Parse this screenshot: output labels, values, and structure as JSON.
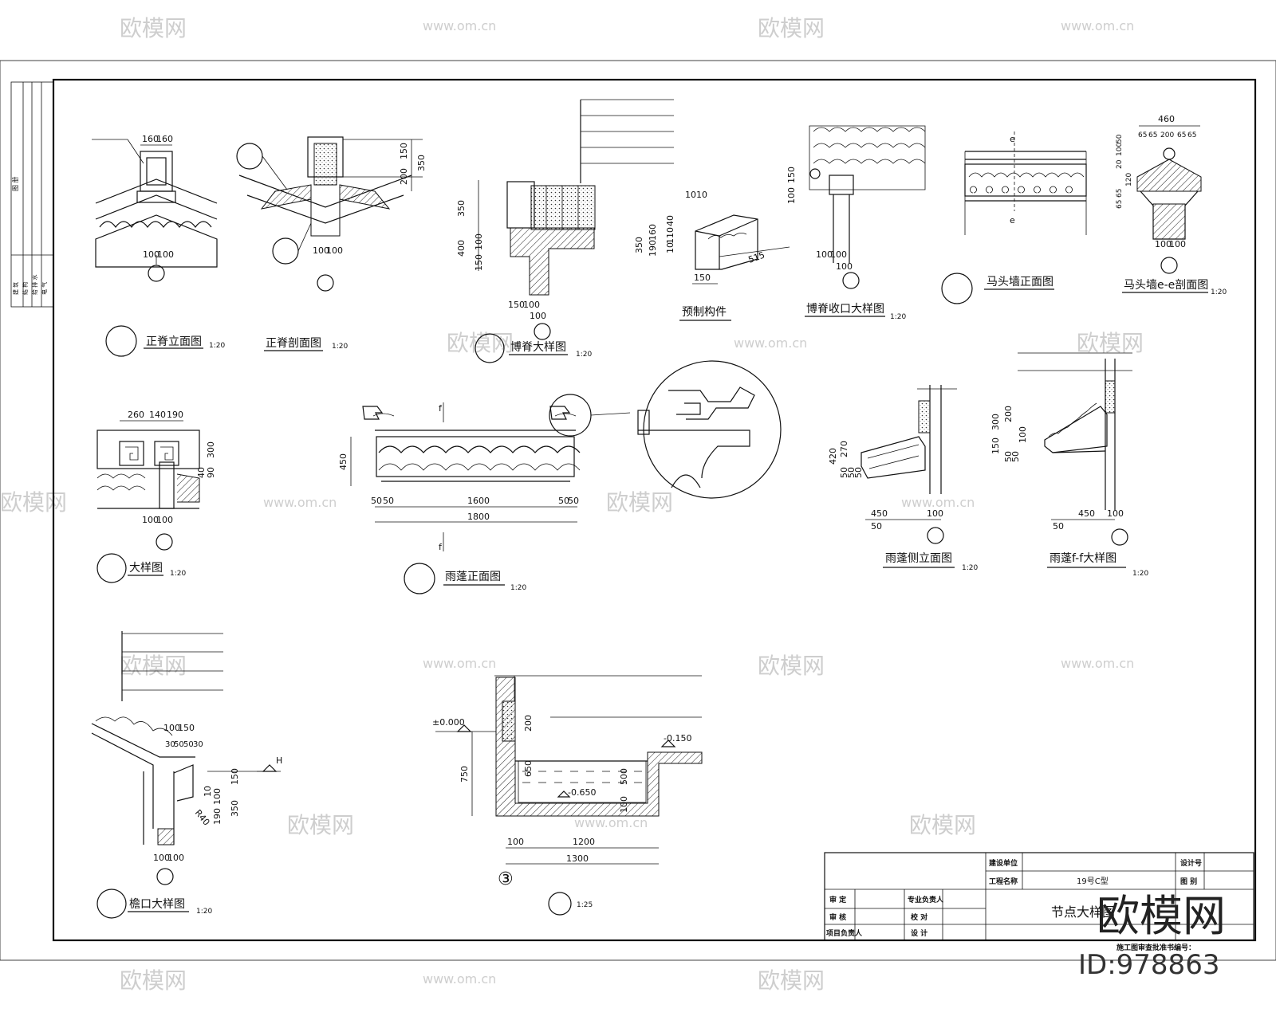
{
  "watermark": {
    "brand": "欧模网",
    "url": "www.om.cn",
    "id": "ID:978863"
  },
  "side_strip": {
    "labels": [
      "图 册",
      "建 筑",
      "结 构",
      "给 排 水",
      "电 气"
    ]
  },
  "drawings": {
    "ridge_elevation": {
      "title": "正脊立面图",
      "scale": "1:20",
      "dims": [
        "160",
        "160",
        "100",
        "100"
      ]
    },
    "ridge_section": {
      "title": "正脊剖面图",
      "scale": "1:20",
      "dims": [
        "150",
        "200",
        "350",
        "100",
        "100"
      ]
    },
    "gable_ridge": {
      "title": "博脊大样图",
      "scale": "1:20",
      "dims": [
        "350",
        "400",
        "150",
        "100",
        "150",
        "100",
        "100",
        "100"
      ]
    },
    "prefab": {
      "title": "预制构件",
      "dims": [
        "10",
        "10",
        "350",
        "190",
        "160",
        "10",
        "110",
        "40",
        "150",
        "515"
      ]
    },
    "gable_end": {
      "title": "博脊收口大样图",
      "scale": "1:20",
      "dims": [
        "100",
        "150",
        "100",
        "100",
        "100"
      ]
    },
    "horsehead_front": {
      "title": "马头墙正面图",
      "section_mark": "e"
    },
    "horsehead_section": {
      "title": "马头墙e-e剖面图",
      "scale": "1:20",
      "dims": [
        "460",
        "65",
        "65",
        "200",
        "65",
        "65",
        "20",
        "100",
        "50",
        "65",
        "65",
        "120",
        "100",
        "100"
      ]
    },
    "detail": {
      "title": "大样图",
      "scale": "1:20",
      "dims": [
        "260",
        "140",
        "190",
        "300",
        "90",
        "40",
        "100",
        "100"
      ]
    },
    "canopy_front": {
      "title": "雨蓬正面图",
      "scale": "1:20",
      "section_mark": "f",
      "dims": [
        "450",
        "50",
        "50",
        "1600",
        "50",
        "50",
        "1800"
      ]
    },
    "canopy_side": {
      "title": "雨蓬侧立面图",
      "scale": "1:20",
      "dims": [
        "420",
        "270",
        "50",
        "50",
        "50",
        "450",
        "100",
        "50"
      ]
    },
    "canopy_section": {
      "title": "雨蓬f-f大样图",
      "scale": "1:20",
      "dims": [
        "300",
        "200",
        "150",
        "50",
        "50",
        "100",
        "450",
        "100",
        "50"
      ]
    },
    "eave": {
      "title": "檐口大样图",
      "scale": "1:20",
      "dims": [
        "100",
        "150",
        "30",
        "50",
        "50",
        "30",
        "150",
        "190",
        "100",
        "10",
        "350",
        "R40",
        "100",
        "100",
        "H"
      ]
    },
    "pool": {
      "scale": "1:25",
      "elevations": [
        "±0.000",
        "-0.150",
        "-0.650"
      ],
      "dims": [
        "200",
        "750",
        "650",
        "500",
        "100",
        "1200",
        "1300",
        "100"
      ],
      "ref": "③"
    }
  },
  "title_block": {
    "row1": {
      "label": "建设单位",
      "right_label": "设计号"
    },
    "row2": {
      "label": "工程名称",
      "value": "19号C型",
      "right_label": "图 别"
    },
    "approve": "审 定",
    "review": "审 核",
    "project_lead": "项目负责人",
    "discipline_lead": "专业负责人",
    "check": "校 对",
    "design": "设 计",
    "drawing_name": "节点大样图",
    "footer": "施工图审查批准书编号："
  }
}
